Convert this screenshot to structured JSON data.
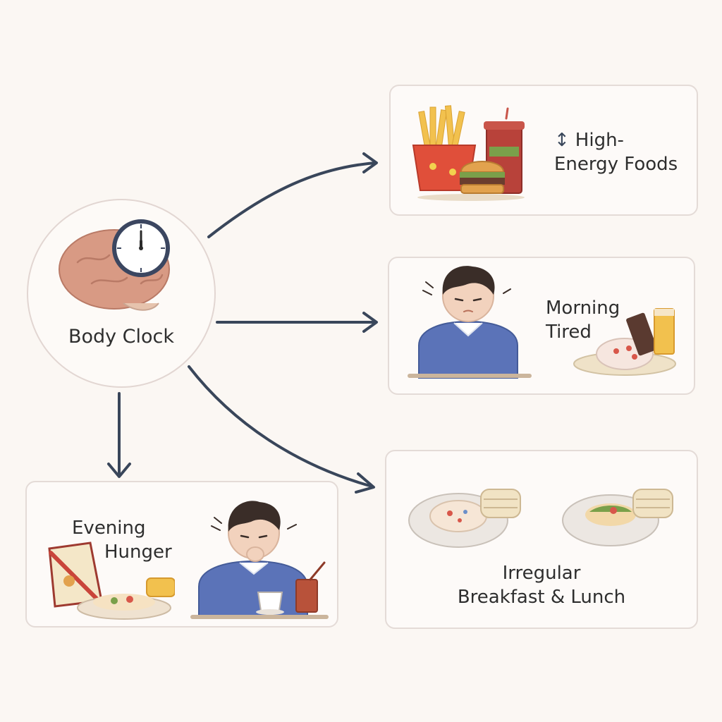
{
  "center": {
    "label": "Body Clock"
  },
  "cards": {
    "high_energy": {
      "icon_text": "↕",
      "line1": "High-",
      "line2": "Energy Foods"
    },
    "morning": {
      "line1": "Morning",
      "line2": "Tired"
    },
    "evening": {
      "line1": "Evening",
      "line2": "Hunger"
    },
    "irregular": {
      "line1": "Irregular",
      "line2": "Breakfast & Lunch"
    }
  },
  "colors": {
    "arrow": "#39465a",
    "card_border": "#e4dbd7",
    "shirt": "#5b73b8",
    "hair": "#3a2d28",
    "skin": "#f2d2bd",
    "brain": "#d89a84",
    "background": "#fbf7f3"
  },
  "icons": [
    "brain-icon",
    "clock-icon",
    "fries-icon",
    "burger-icon",
    "soda-cup-icon",
    "tired-person-icon",
    "hungry-person-icon",
    "plate-icon",
    "bread-icon"
  ]
}
